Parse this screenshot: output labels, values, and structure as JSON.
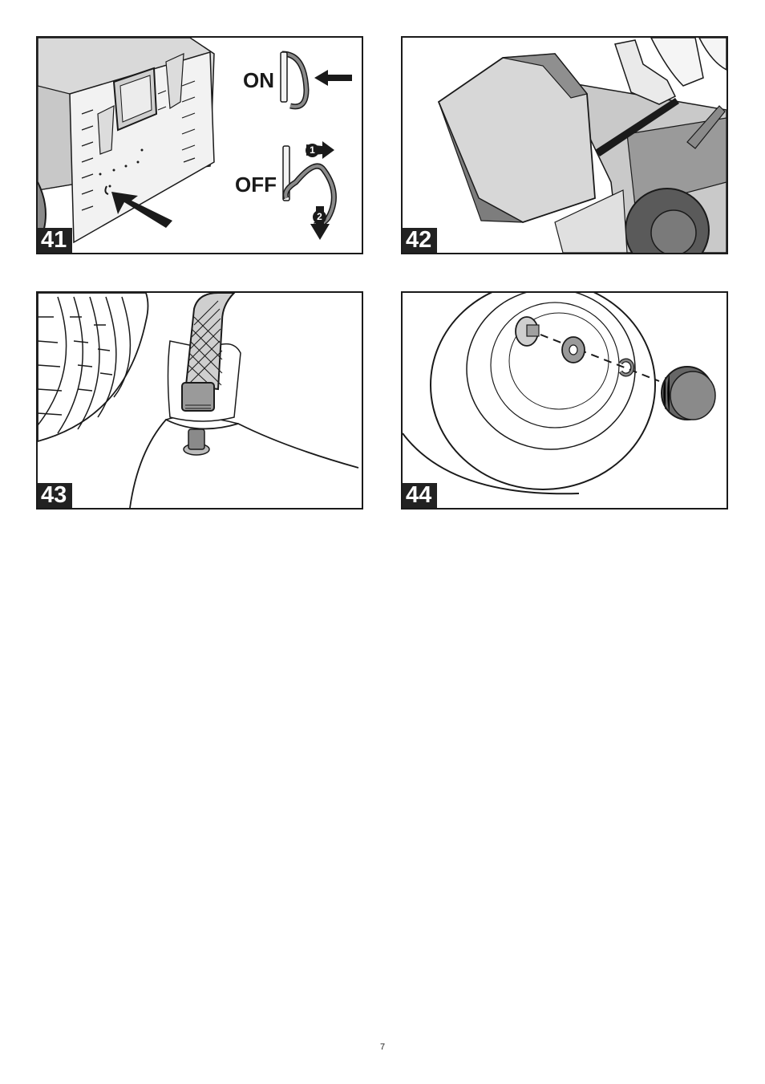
{
  "figures": [
    {
      "number": "41",
      "labels": {
        "on": "ON",
        "off": "OFF",
        "step1": "1",
        "step2": "2"
      }
    },
    {
      "number": "42"
    },
    {
      "number": "43"
    },
    {
      "number": "44"
    }
  ],
  "page": {
    "number": "7"
  },
  "colors": {
    "line": "#1a1a1a",
    "metal": "#d4d4d4",
    "dark": "#6e6e6e",
    "tire": "#5a5a5a"
  }
}
